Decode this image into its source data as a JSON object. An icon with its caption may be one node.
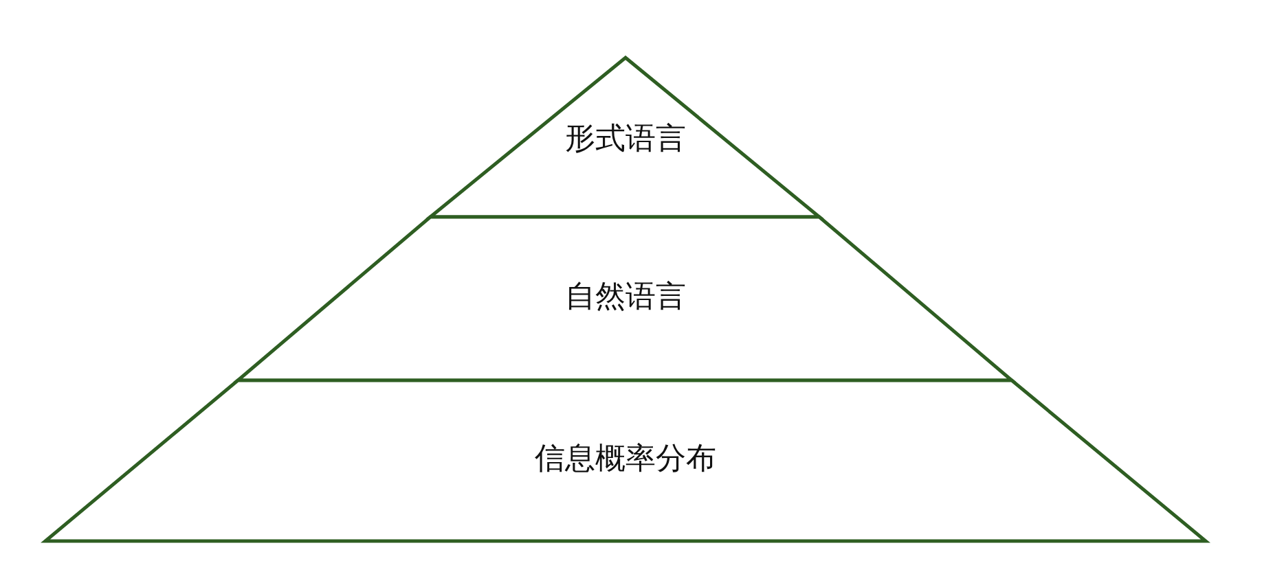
{
  "diagram": {
    "nodes": [
      {
        "text": [
          "形式语言"
        ]
      },
      {
        "text": [
          "自然语言"
        ]
      },
      {
        "text": [
          "信息概率分布"
        ]
      }
    ]
  }
}
